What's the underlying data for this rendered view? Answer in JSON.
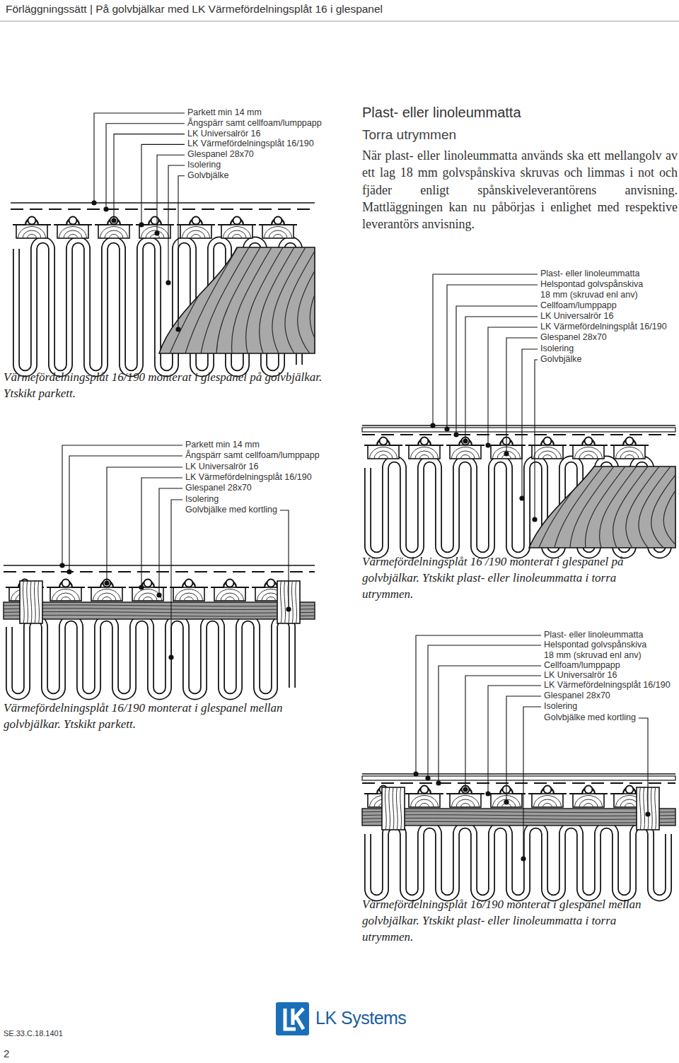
{
  "diagram": {
    "title": "Förläggningssätt | På golvbjälkar med LK Värmefördelningsplåt 16 i glespanel",
    "labels": [
      "Parkett min 14 mm",
      "Ångspärr samt cellfoam/lumppapp",
      "LK Universalrör 16",
      "LK Värmefördelningsplåt 16/190",
      "Glespanel 28x70",
      "Isolering",
      "Golvbjälke",
      "Plast- eller linoleummatta",
      "Torra utrymmen",
      "När plast- eller linoleummatta används ska ett mellangolv av ett lag 18 mm golvspånskiva skruvas och limmas i not och fjäder enligt spånskiveleverantörens anvisning. Mattläggningen kan nu påbörjas i enlighet med respektive leverantörs anvisning.",
      "Värmefördelningsplåt 16/190 monterat i glespanel på golvbjälkar. Ytskikt parkett.",
      "Plast- eller linoleummatta",
      "Helspontad golvspånskiva 18 mm (skruvad enl anv)",
      "Cellfoam/lumppapp",
      "LK Universalrör 16",
      "LK Värmefördelningsplåt 16/190",
      "Glespanel 28x70",
      "Isolering",
      "Golvbjälke",
      "Parkett min 14 mm",
      "Ångspärr samt cellfoam/lumppapp",
      "LK Universalrör 16",
      "LK Värmefördelningsplåt 16/190",
      "Glespanel 28x70",
      "Isolering",
      "Golvbjälke med kortling",
      "Värmefördelningsplåt 16 /190 monterat i glespanel på golvbjälkar. Ytskikt plast- eller linoleummatta i torra utrymmen.",
      "Värmefördelningsplåt 16/190 monterat i glespanel mellan golvbjälkar. Ytskikt parkett.",
      "Plast- eller linoleummatta",
      "Helspontad golvspånskiva 18 mm (skruvad enl anv)",
      "Cellfoam/lumppapp",
      "LK Universalrör 16",
      "LK Värmefördelningsplåt 16/190",
      "Glespanel 28x70",
      "Isolering",
      "Golvbjälke med kortling",
      "Värmefördelningsplåt 16/190 monterat i glespanel mellan golvbjälkar. Ytskikt plast- eller linoleummatta i torra utrymmen.",
      "LK Systems",
      "SE.33.C.18.1401",
      "2"
    ]
  }
}
